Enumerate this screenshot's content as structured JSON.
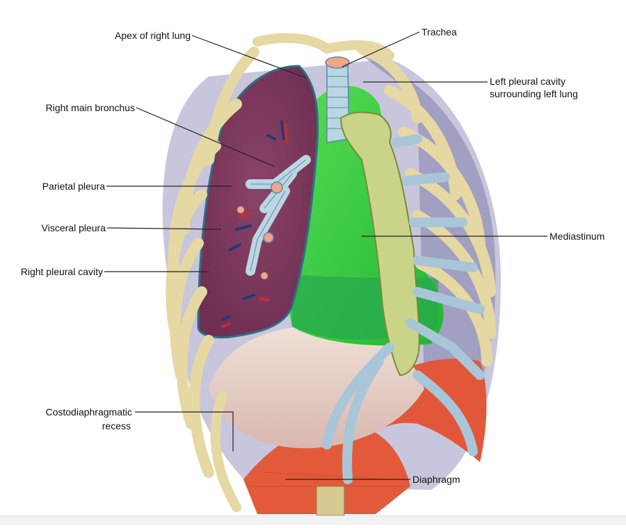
{
  "labels": {
    "apex_right_lung": "Apex of right lung",
    "trachea": "Trachea",
    "left_pleural_cavity_line1": "Left pleural cavity",
    "left_pleural_cavity_line2": "surrounding left lung",
    "right_main_bronchus": "Right main bronchus",
    "parietal_pleura": "Parietal pleura",
    "visceral_pleura": "Visceral pleura",
    "mediastinum": "Mediastinum",
    "right_pleural_cavity": "Right pleural cavity",
    "costodiaphragmatic_line1": "Costodiaphragmatic",
    "costodiaphragmatic_line2": "recess",
    "diaphragm": "Diaphragm"
  },
  "colors": {
    "rib": "#e6d8a2",
    "rib_outline": "#8a7a45",
    "cartilage": "#a9c6d8",
    "pleural_cavity": "#8e8cb4",
    "lung": "#7e3a5e",
    "mediastinum": "#3fcf3f",
    "diaphragm_muscle": "#e2573a",
    "sternum": "#c9d489",
    "leader_line": "#222222"
  },
  "icons": [
    "thorax-illustration"
  ]
}
